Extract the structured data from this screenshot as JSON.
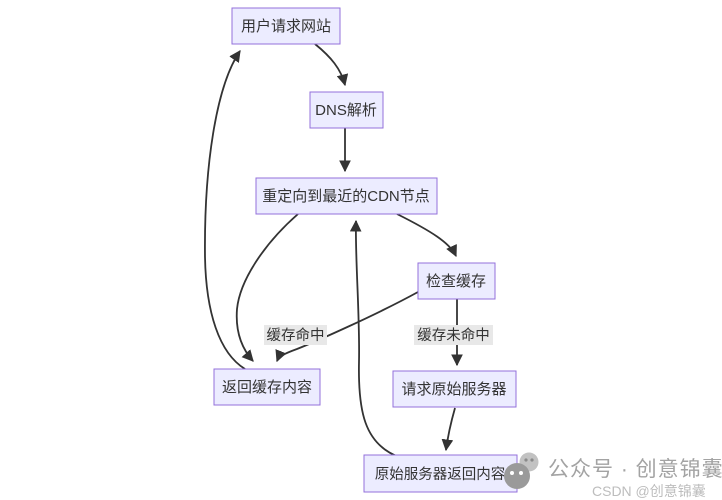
{
  "colors": {
    "background": "#ffffff",
    "node_fill": "#ECECFF",
    "node_border": "#9370DB",
    "node_text": "#333333",
    "edge_line": "#333333",
    "edge_label_bg": "#e8e8e8",
    "watermark_text": "#a3a3a3",
    "watermark_subtext": "#bdbdbd"
  },
  "diagram": {
    "type": "flowchart",
    "direction": "top-down",
    "nodes": [
      {
        "id": "user_request",
        "label": "用户请求网站"
      },
      {
        "id": "dns",
        "label": "DNS解析"
      },
      {
        "id": "cdn_node",
        "label": "重定向到最近的CDN节点"
      },
      {
        "id": "check_cache",
        "label": "检查缓存"
      },
      {
        "id": "return_cache",
        "label": "返回缓存内容"
      },
      {
        "id": "request_origin",
        "label": "请求原始服务器"
      },
      {
        "id": "origin_return",
        "label": "原始服务器返回内容"
      }
    ],
    "edge_labels": {
      "cache_hit": "缓存命中",
      "cache_miss": "缓存未命中"
    },
    "edges": [
      {
        "from": "用户请求网站",
        "to": "DNS解析",
        "label": ""
      },
      {
        "from": "DNS解析",
        "to": "重定向到最近的CDN节点",
        "label": ""
      },
      {
        "from": "重定向到最近的CDN节点",
        "to": "检查缓存",
        "label": ""
      },
      {
        "from": "检查缓存",
        "to": "返回缓存内容",
        "label": "缓存命中"
      },
      {
        "from": "检查缓存",
        "to": "请求原始服务器",
        "label": "缓存未命中"
      },
      {
        "from": "请求原始服务器",
        "to": "原始服务器返回内容",
        "label": ""
      },
      {
        "from": "原始服务器返回内容",
        "to": "重定向到最近的CDN节点",
        "label": ""
      },
      {
        "from": "重定向到最近的CDN节点",
        "to": "返回缓存内容",
        "label": ""
      },
      {
        "from": "返回缓存内容",
        "to": "用户请求网站",
        "label": ""
      }
    ]
  },
  "watermark": {
    "icon": "wechat-official-account-icon",
    "text": "公众号 · 创意锦囊",
    "subtext": "CSDN @创意锦囊"
  }
}
